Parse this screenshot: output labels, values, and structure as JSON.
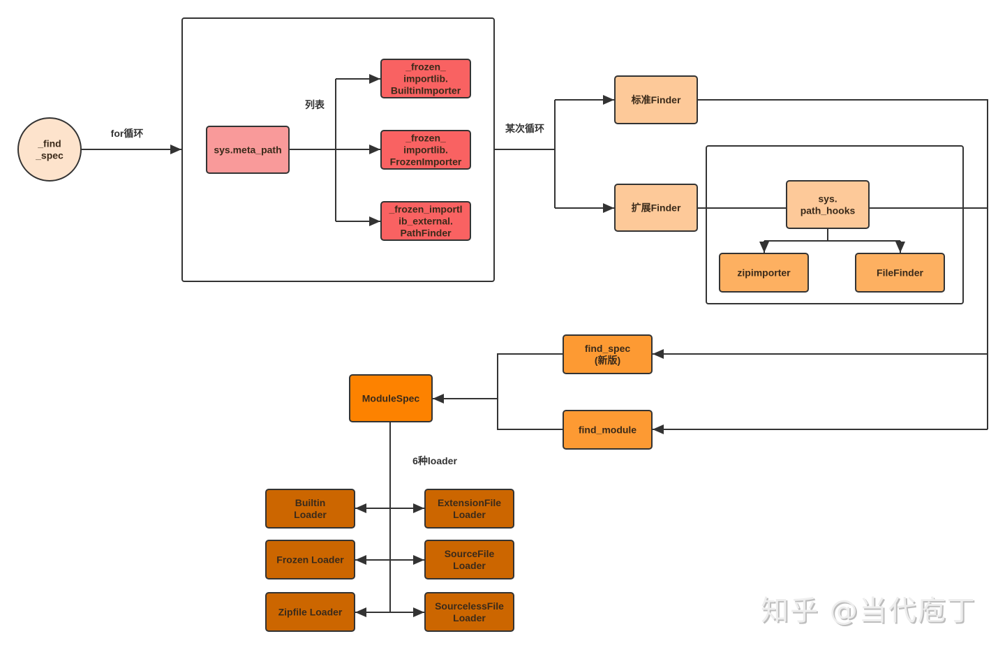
{
  "diagram": {
    "colors": {
      "start": "#fde3cc",
      "meta_path": "#f99a9a",
      "importer": "#f96262",
      "finder": "#fdc999",
      "hook": "#fdb061",
      "find_method": "#fd9a33",
      "module_spec": "#fd8200",
      "loader": "#cc6600",
      "edge": "#333333"
    },
    "nodes": {
      "find_spec": {
        "lines": [
          "_find",
          "_spec"
        ],
        "shape": "circle",
        "color_key": "start"
      },
      "meta_path": {
        "lines": [
          "sys.meta_path"
        ],
        "color_key": "meta_path"
      },
      "builtin_importer": {
        "lines": [
          "_frozen_",
          "importlib.",
          "BuiltinImporter"
        ],
        "color_key": "importer"
      },
      "frozen_importer": {
        "lines": [
          "_frozen_",
          "importlib.",
          "FrozenImporter"
        ],
        "color_key": "importer"
      },
      "path_finder": {
        "lines": [
          "_frozen_importl",
          "ib_external.",
          "PathFinder"
        ],
        "color_key": "importer"
      },
      "standard_finder": {
        "lines": [
          "标准Finder"
        ],
        "color_key": "finder"
      },
      "extension_finder": {
        "lines": [
          "扩展Finder"
        ],
        "color_key": "finder"
      },
      "path_hooks": {
        "lines": [
          "sys.",
          "path_hooks"
        ],
        "color_key": "finder"
      },
      "zipimporter": {
        "lines": [
          "zipimporter"
        ],
        "color_key": "hook"
      },
      "filefinder": {
        "lines": [
          "FileFinder"
        ],
        "color_key": "hook"
      },
      "find_spec_new": {
        "lines": [
          "find_spec",
          "(新版)"
        ],
        "color_key": "find_method"
      },
      "find_module": {
        "lines": [
          "find_module"
        ],
        "color_key": "find_method"
      },
      "module_spec": {
        "lines": [
          "ModuleSpec"
        ],
        "color_key": "module_spec"
      },
      "builtin_loader": {
        "lines": [
          "Builtin",
          "Loader"
        ],
        "color_key": "loader"
      },
      "frozen_loader": {
        "lines": [
          "Frozen Loader"
        ],
        "color_key": "loader"
      },
      "zipfile_loader": {
        "lines": [
          "Zipfile Loader"
        ],
        "color_key": "loader"
      },
      "extensionfile_loader": {
        "lines": [
          "ExtensionFile",
          "Loader"
        ],
        "color_key": "loader"
      },
      "sourcefile_loader": {
        "lines": [
          "SourceFile",
          "Loader"
        ],
        "color_key": "loader"
      },
      "sourcelessfile_loader": {
        "lines": [
          "SourcelessFile",
          "Loader"
        ],
        "color_key": "loader"
      }
    },
    "edge_labels": {
      "for_loop": "for循环",
      "list": "列表",
      "some_loop": "某次循环",
      "six_loaders": "6种loader"
    },
    "watermark": "知乎 @当代庖丁"
  }
}
